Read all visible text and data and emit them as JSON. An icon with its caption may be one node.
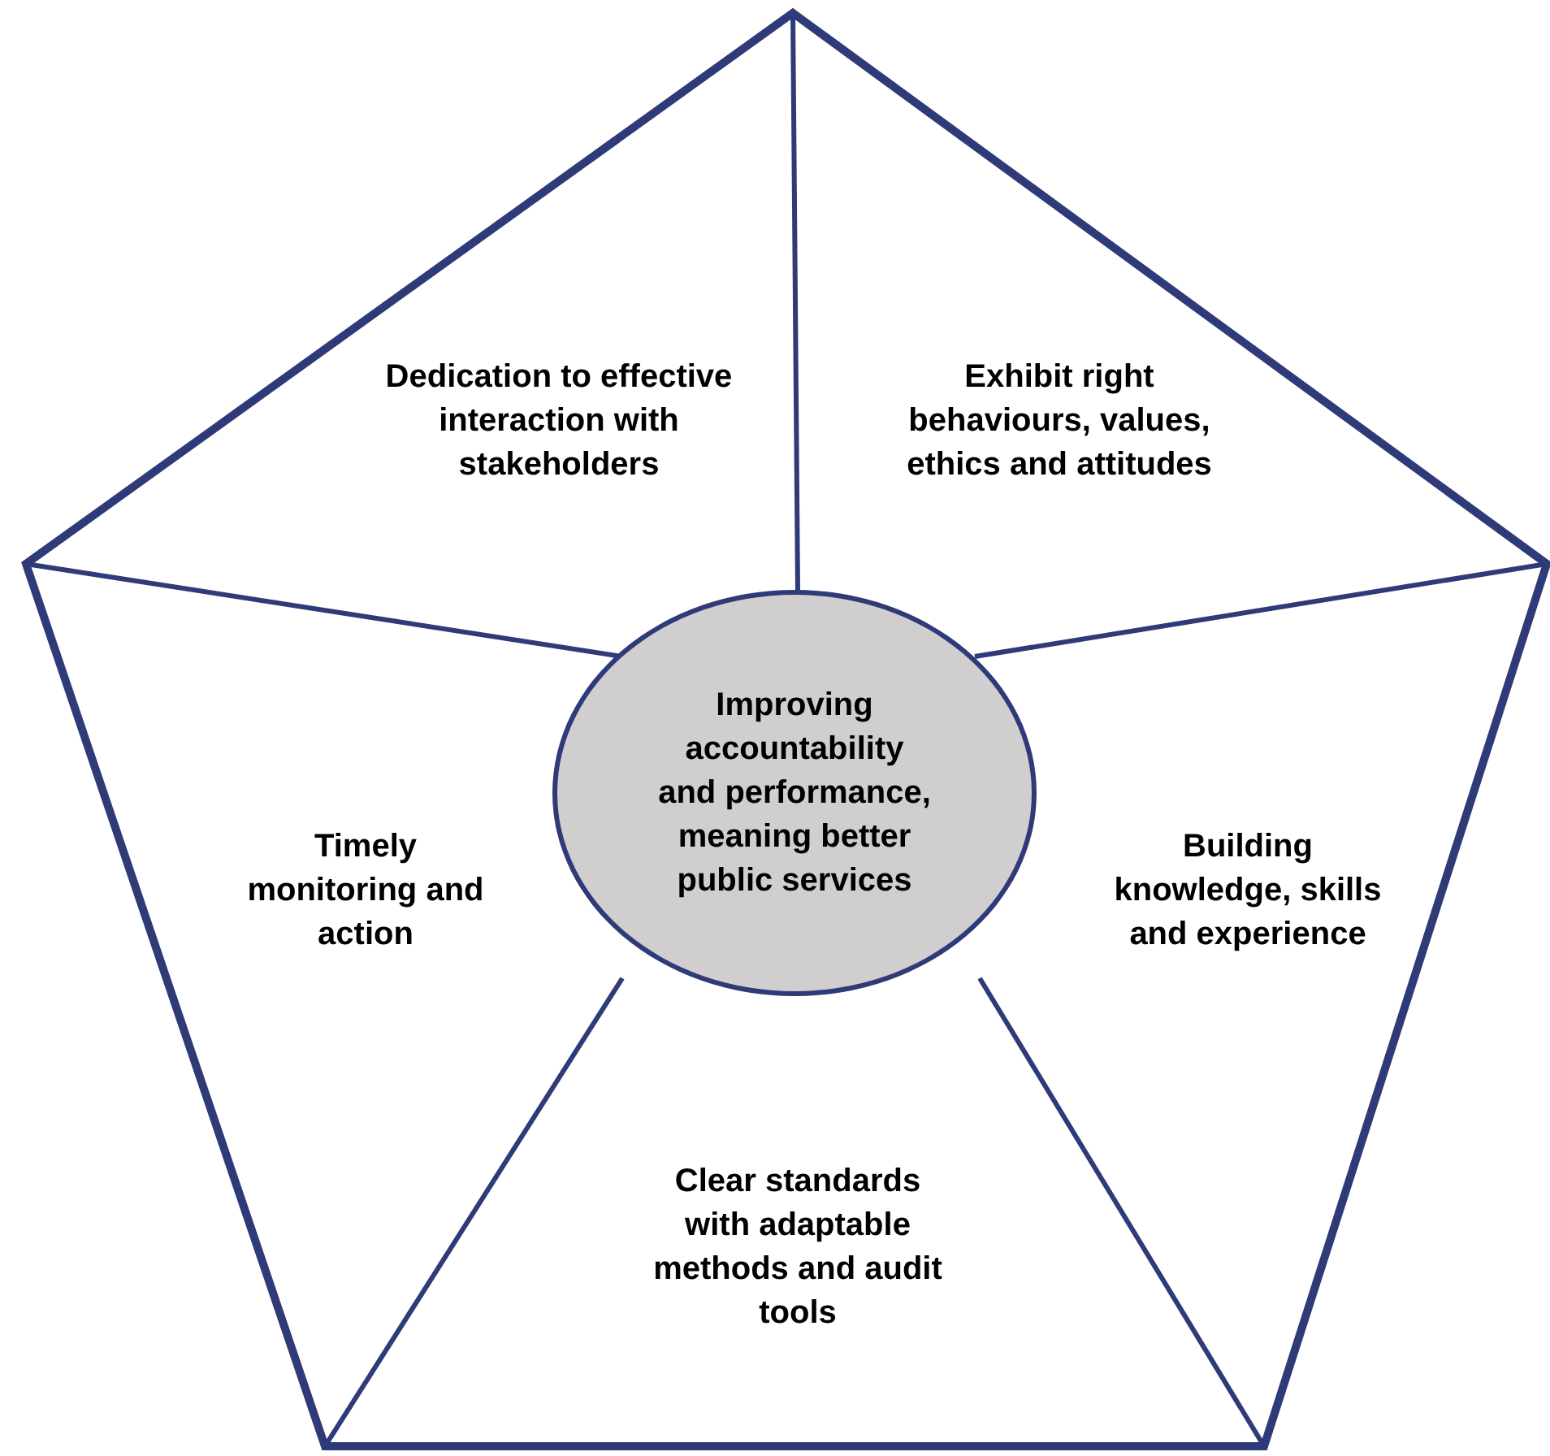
{
  "diagram": {
    "nodes": [
      {
        "text": [
          "Dedication to effective interaction with stakeholders"
        ]
      },
      {
        "text": [
          "Exhibit right behaviours, values, ethics and attitudes"
        ]
      },
      {
        "text": [
          "Improving accountability and performance, meaning better public services"
        ]
      },
      {
        "text": [
          "Timely monitoring and action"
        ]
      },
      {
        "text": [
          "Building knowledge, skills and experience"
        ]
      },
      {
        "text": [
          "Clear standards with adaptable methods and audit tools"
        ]
      }
    ]
  }
}
